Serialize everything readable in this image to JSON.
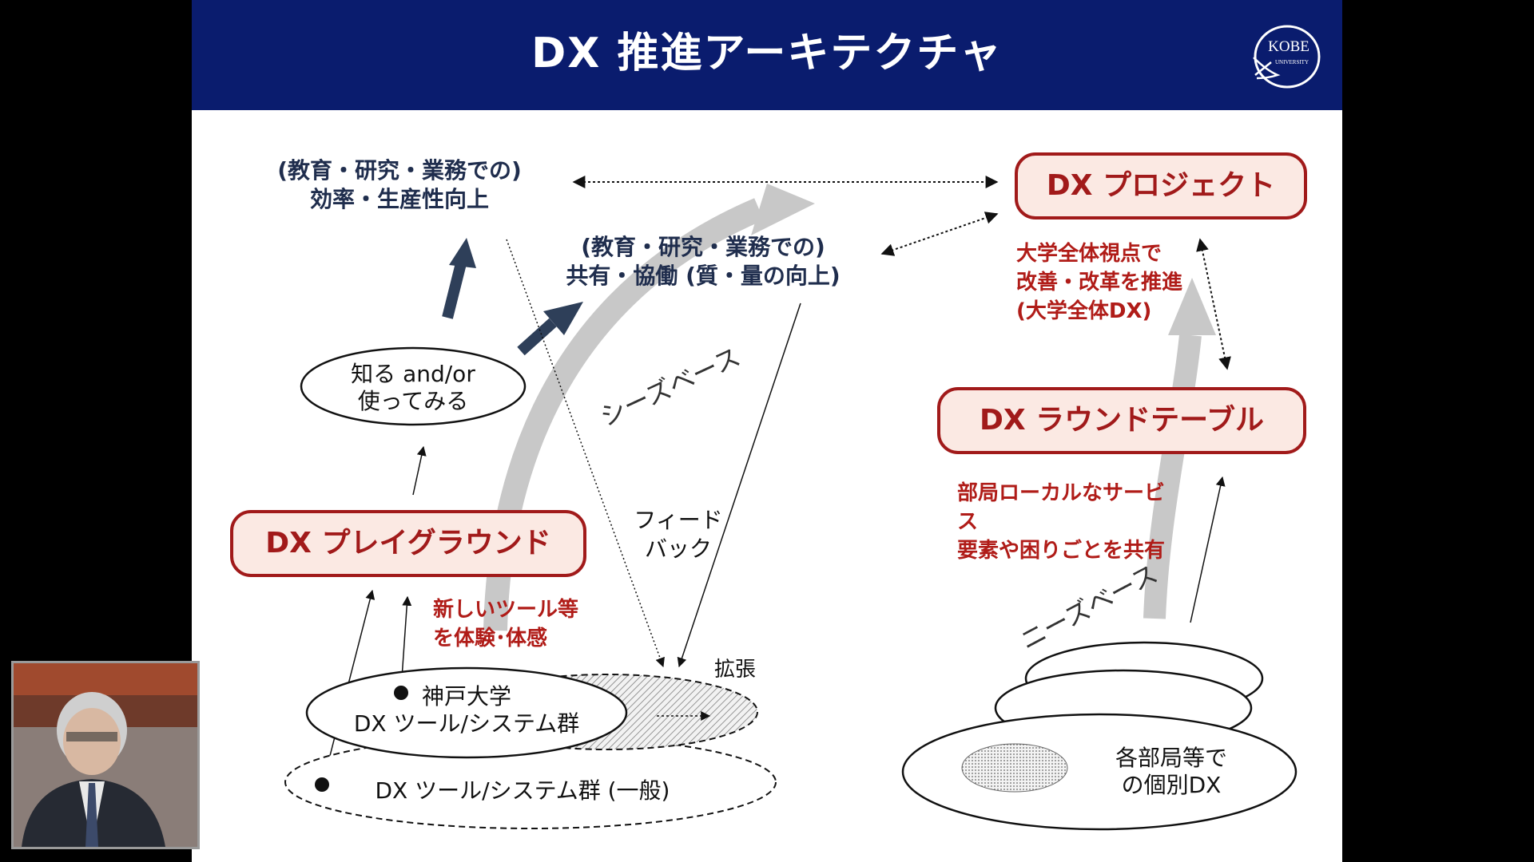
{
  "slide": {
    "title": "DX 推進アーキテクチャ",
    "logo_text": "KOBE",
    "logo_subtext": "UNIVERSITY"
  },
  "left": {
    "efficiency": [
      "(教育・研究・業務での)",
      "効率・生産性向上"
    ],
    "sharing": [
      "(教育・研究・業務での)",
      "共有・協働 (質・量の向上)"
    ],
    "know_use": [
      "知る and/or",
      "使ってみる"
    ],
    "seeds_label": "シーズベース",
    "feedback": [
      "フィード",
      "バック"
    ],
    "playground": "DX プレイグラウンド",
    "new_tools": [
      "新しいツール等",
      "を体験･体感"
    ],
    "expand": "拡張",
    "kobe_tools": [
      "神戸大学",
      "DX ツール/システム群"
    ],
    "general_tools": "DX ツール/システム群 (一般)"
  },
  "right": {
    "project": "DX プロジェクト",
    "whole_univ": [
      "大学全体視点で",
      "改善・改革を推進",
      "(大学全体DX)"
    ],
    "roundtable": "DX ラウンドテーブル",
    "local": [
      "部局ローカルなサービ",
      "ス",
      "要素や困りごとを共有"
    ],
    "needs_label": "ニーズベース",
    "individual": [
      "各部局等で",
      "の個別DX"
    ]
  },
  "colors": {
    "title_bar": "#0a1c6e",
    "box_border": "#a11a1a",
    "box_fill": "#fbe9e3",
    "navy_text": "#1f2d4d",
    "red_text": "#b01c18",
    "big_arrow": "#c8c8c8",
    "dark_arrow": "#2e3f59"
  },
  "icons": [
    "kobe-logo-icon",
    "speaker-video-icon"
  ]
}
